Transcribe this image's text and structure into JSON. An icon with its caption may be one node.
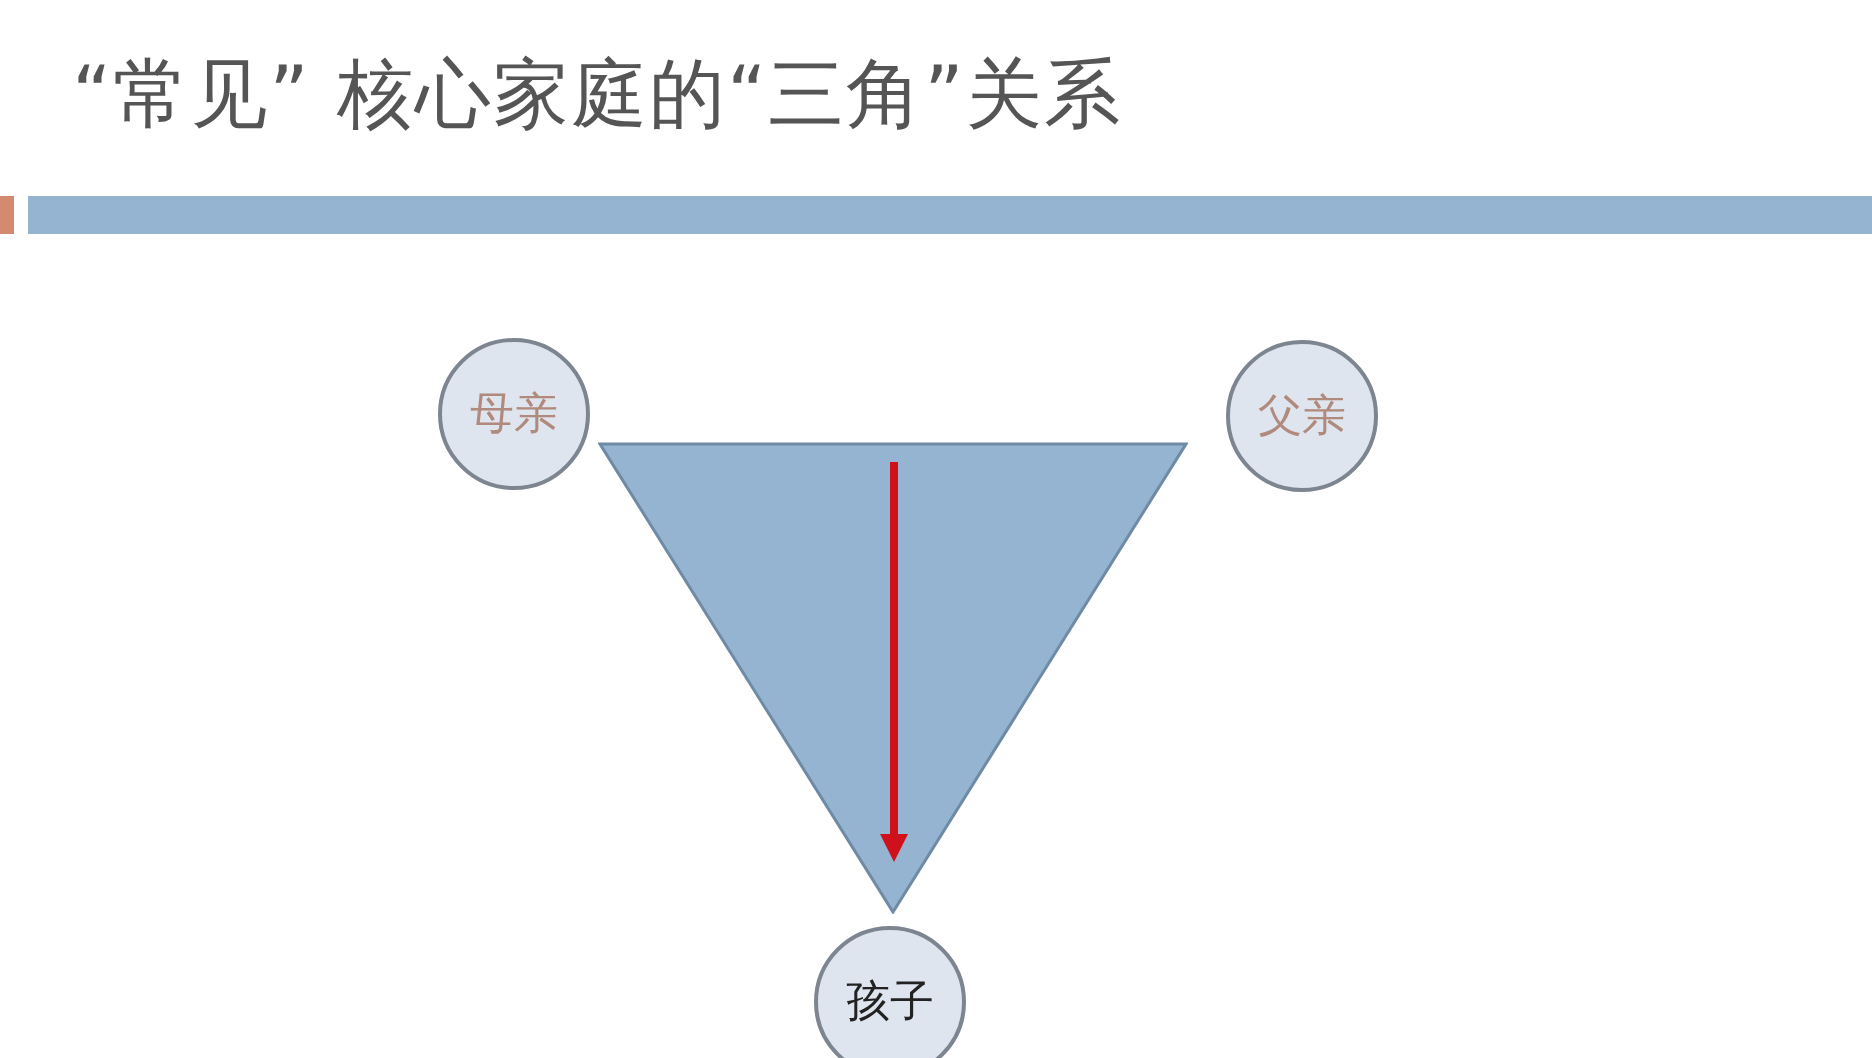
{
  "diagram": {
    "title": "“常见” 核心家庭的“三角”关系",
    "nodes": [
      {
        "text": [
          "母亲"
        ]
      },
      {
        "text": [
          "父亲"
        ]
      },
      {
        "text": [
          "孩子"
        ]
      },
      {
        "text": [],
        "shape": "triangle"
      }
    ]
  }
}
